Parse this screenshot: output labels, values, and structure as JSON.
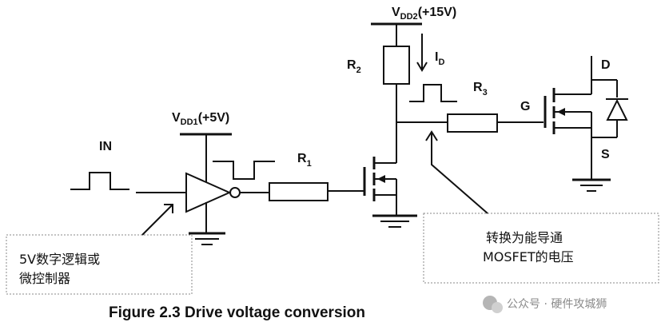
{
  "labels": {
    "vdd2": {
      "main": "V",
      "sub": "DD2",
      "rest": "(+15V)"
    },
    "vdd1": {
      "main": "V",
      "sub": "DD1",
      "rest": "(+5V)"
    },
    "r1": {
      "main": "R",
      "sub": "1"
    },
    "r2": {
      "main": "R",
      "sub": "2"
    },
    "r3": {
      "main": "R",
      "sub": "3"
    },
    "id": {
      "main": "I",
      "sub": "D"
    },
    "in": "IN",
    "g": "G",
    "d": "D",
    "s": "S"
  },
  "notes": {
    "left": [
      "5V数字逻辑或",
      "微控制器"
    ],
    "right": [
      "转换为能导通",
      "MOSFET的电压"
    ]
  },
  "caption": "Figure 2.3 Drive voltage conversion",
  "watermark": "公众号 · 硬件攻城狮"
}
